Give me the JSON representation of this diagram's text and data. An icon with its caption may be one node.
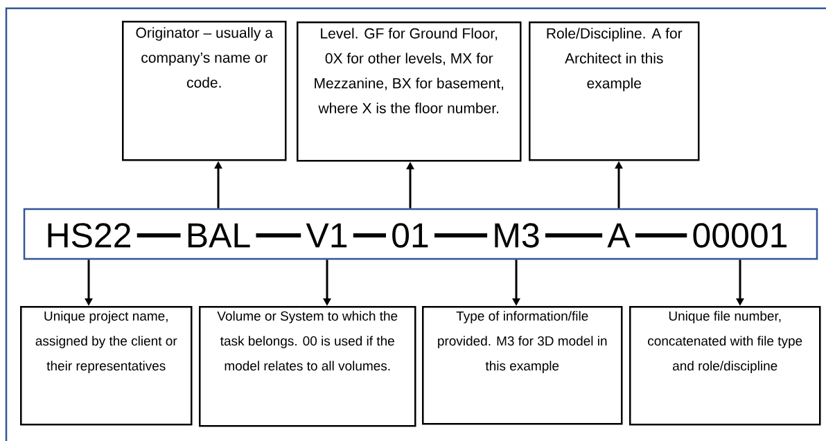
{
  "diagram": {
    "nodes": [
      {
        "text": [
          "Originator – usually a company’s name or code."
        ]
      },
      {
        "text": [
          "Level. GF for Ground Floor, 0X for other levels, MX for Mezzanine, BX for basement, where X is the floor number."
        ]
      },
      {
        "text": [
          "Role/Discipline. A for Architect in this example"
        ]
      },
      {
        "text": [],
        "shape": "box"
      },
      {
        "text": [
          "HS22"
        ],
        "in": 3
      },
      {
        "text": [
          "BAL"
        ],
        "in": 3
      },
      {
        "text": [
          "V1"
        ],
        "in": 3
      },
      {
        "text": [
          "01"
        ],
        "in": 3
      },
      {
        "text": [
          "M3"
        ],
        "in": 3
      },
      {
        "text": [
          "A"
        ],
        "in": 3
      },
      {
        "text": [
          "00001"
        ],
        "in": 3
      },
      {
        "text": [
          "Unique project name, assigned by the client or their representatives"
        ]
      },
      {
        "text": [
          "Volume or System to which the task belongs. 00 is used if the model relates to all volumes."
        ]
      },
      {
        "text": [
          "Type of information/file provided. M3 for 3D model in this example"
        ]
      },
      {
        "text": [
          "Unique file number, concatenated with file type and role/discipline"
        ]
      }
    ],
    "edges": [
      {
        "from": 5,
        "to": 0,
        "arrow": "to"
      },
      {
        "from": 7,
        "to": 1,
        "arrow": "to"
      },
      {
        "from": 9,
        "to": 2,
        "arrow": "to"
      },
      {
        "from": 4,
        "to": 11,
        "arrow": "to"
      },
      {
        "from": 6,
        "to": 12,
        "arrow": "to"
      },
      {
        "from": 8,
        "to": 13,
        "arrow": "to"
      },
      {
        "from": 10,
        "to": 14,
        "arrow": "to"
      },
      {
        "from": 4,
        "to": 5,
        "arrow": "none",
        "style": "thick"
      },
      {
        "from": 5,
        "to": 6,
        "arrow": "none",
        "style": "thick"
      },
      {
        "from": 6,
        "to": 7,
        "arrow": "none",
        "style": "thick"
      },
      {
        "from": 7,
        "to": 8,
        "arrow": "none",
        "style": "thick"
      },
      {
        "from": 8,
        "to": 9,
        "arrow": "none",
        "style": "thick"
      },
      {
        "from": 9,
        "to": 10,
        "arrow": "none",
        "style": "thick"
      }
    ]
  }
}
